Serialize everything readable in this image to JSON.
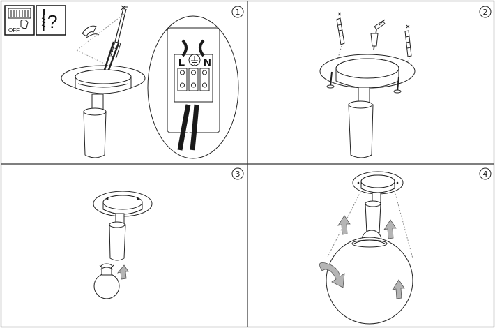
{
  "steps": [
    {
      "number": "1",
      "label_l": "L",
      "label_n": "N"
    },
    {
      "number": "2"
    },
    {
      "number": "3"
    },
    {
      "number": "4"
    }
  ],
  "warning": {
    "switch_text": "OFF",
    "query_text": "?"
  },
  "icons": {
    "step1": [
      "breaker-off-icon",
      "drill-question-icon",
      "screwdriver-icon",
      "terminal-block-icon",
      "earth-symbol-icon"
    ],
    "step2": [
      "wall-plug-icon",
      "screw-icon",
      "drill-bit-icon"
    ],
    "step3": [
      "bulb-icon",
      "up-arrow-icon"
    ],
    "step4": [
      "globe-shade-icon",
      "rotate-arrow-icon",
      "up-arrow-icon"
    ]
  },
  "colors": {
    "line": "#222222",
    "arrow_fill": "#b5b5b5",
    "cable_black": "#1a1a1a"
  }
}
